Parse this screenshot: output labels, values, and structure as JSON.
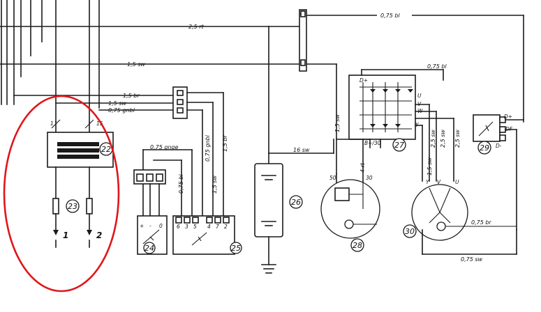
{
  "wire_labels": {
    "w_top_bl": "0,75 bl",
    "w_25rt": "2,5 rt",
    "w_15sw_top": "1,5 sw",
    "w_15br": "1,5 br",
    "w_15sw_mid": "1,5 sw",
    "w_075gnbl": "0,75 gnbl",
    "w_075gnge": "0,75 gnge",
    "w_075gnbl_v": "0,75 gnbl",
    "w_15br_v": "1,5 br",
    "w_075bl_v": "0,75 bl",
    "w_15sw_v": "1,5 sw",
    "w_16sw": "16 sw",
    "w_15sw_28": "1,5 sw",
    "w_4rt": "4 rt",
    "w_075bl_27": "0,75 bl",
    "w_25sw_a": "2,5 sw",
    "w_25sw_b": "2,5 sw",
    "w_25sw_c": "2,5 sw",
    "w_15sw_30": "1,5 sw",
    "w_075br_30": "0,75 br",
    "w_075sw_bot": "0,75 sw"
  },
  "component_numbers": {
    "c22": "22",
    "c23": "23",
    "c24": "24",
    "c25": "25",
    "c26": "26",
    "c27": "27",
    "c28": "28",
    "c29": "29",
    "c30": "30"
  },
  "terminals": {
    "t1": "1",
    "t15": "15",
    "t50": "50",
    "t30": "30",
    "tBW30": "B+/30",
    "tDplus27": "D+",
    "tU": "U",
    "tV": "V",
    "tW": "W",
    "tY": "Y",
    "tDplus29": "D+",
    "tDF": "DF",
    "tDminus": "D-",
    "t24plus": "+",
    "t24minus": "-",
    "t24zero": "0",
    "t25_6": "6",
    "t25_3": "3",
    "t25_5": "5",
    "t25_4": "4",
    "t25_7": "7",
    "t25_2": "2",
    "tY30": "Y",
    "tV30": "V",
    "tU30": "U"
  },
  "outputs": {
    "out1": "1",
    "out2": "2"
  }
}
